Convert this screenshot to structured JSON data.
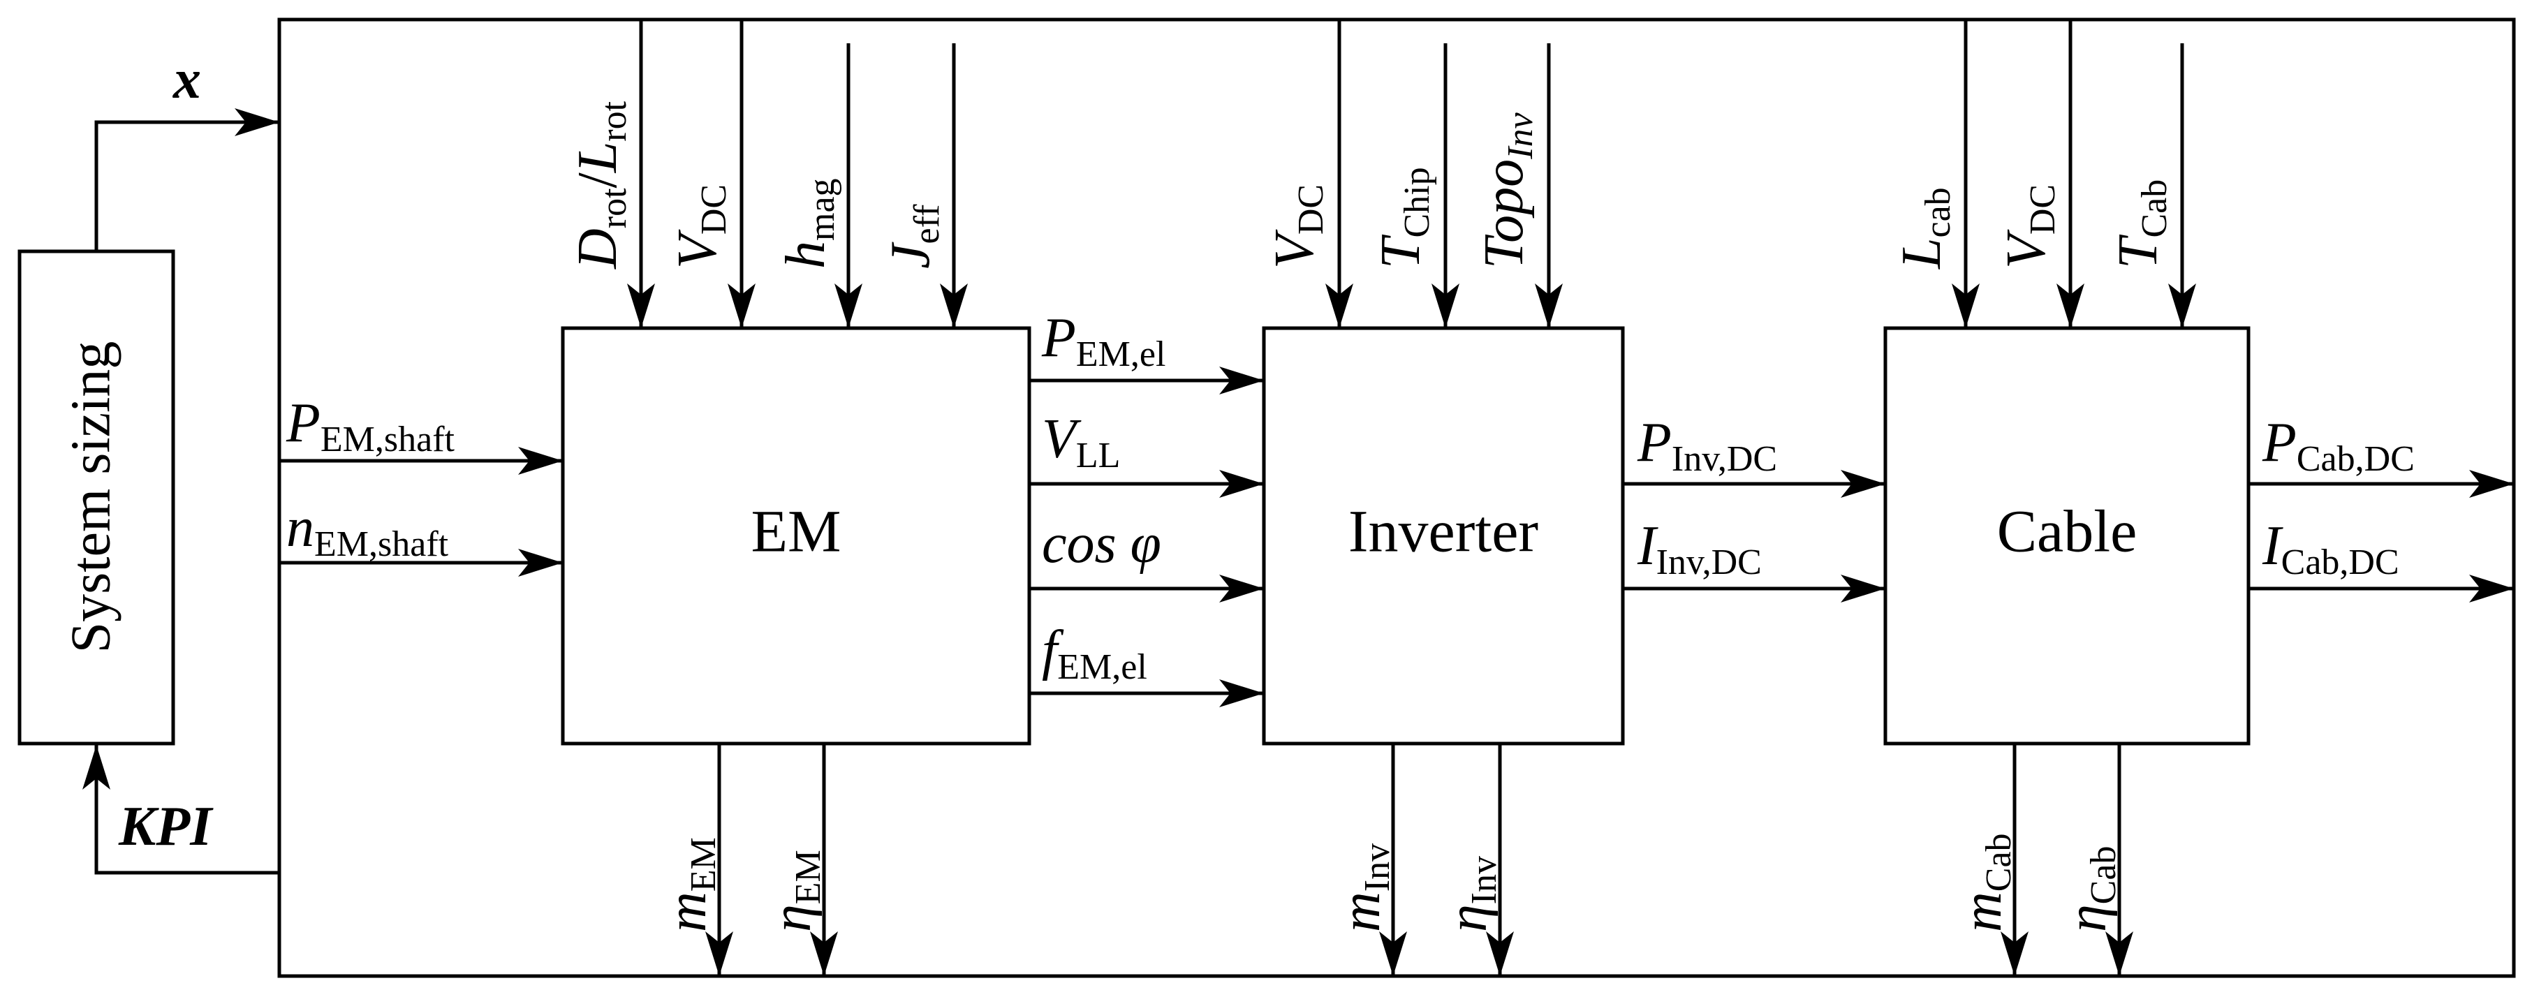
{
  "blocks": {
    "system_sizing": "System sizing",
    "em": "EM",
    "inverter": "Inverter",
    "cable": "Cable"
  },
  "feedback": {
    "x_label": "x",
    "kpi_label": "KPI"
  },
  "em_params": {
    "d": "D",
    "d_sub": "rot",
    "slash": "/",
    "l": "L",
    "l_sub": "rot",
    "vdc": "V",
    "vdc_sub": "DC",
    "hmag": "h",
    "hmag_sub": "mag",
    "jeff": "J",
    "jeff_sub": "eff"
  },
  "inv_params": {
    "vdc": "V",
    "vdc_sub": "DC",
    "tchip": "T",
    "tchip_sub": "Chip",
    "topo": "Topo",
    "topo_sub": "Inv"
  },
  "cab_params": {
    "lcab": "L",
    "lcab_sub": "cab",
    "vdc": "V",
    "vdc_sub": "DC",
    "tcab": "T",
    "tcab_sub": "Cab"
  },
  "em_inputs": {
    "p": "P",
    "p_sub": "EM,shaft",
    "n": "n",
    "n_sub": "EM,shaft"
  },
  "em_to_inv": {
    "p": "P",
    "p_sub": "EM,el",
    "v": "V",
    "v_sub": "LL",
    "cos": "cos φ",
    "f": "f",
    "f_sub": "EM,el"
  },
  "inv_to_cab": {
    "p": "P",
    "p_sub": "Inv,DC",
    "i": "I",
    "i_sub": "Inv,DC"
  },
  "cab_outputs": {
    "p": "P",
    "p_sub": "Cab,DC",
    "i": "I",
    "i_sub": "Cab,DC"
  },
  "em_results": {
    "m": "m",
    "m_sub": "EM",
    "eta": "η",
    "eta_sub": "EM"
  },
  "inv_results": {
    "m": "m",
    "m_sub": "Inv",
    "eta": "η",
    "eta_sub": "Inv"
  },
  "cab_results": {
    "m": "m",
    "m_sub": "Cab",
    "eta": "η",
    "eta_sub": "Cab"
  }
}
